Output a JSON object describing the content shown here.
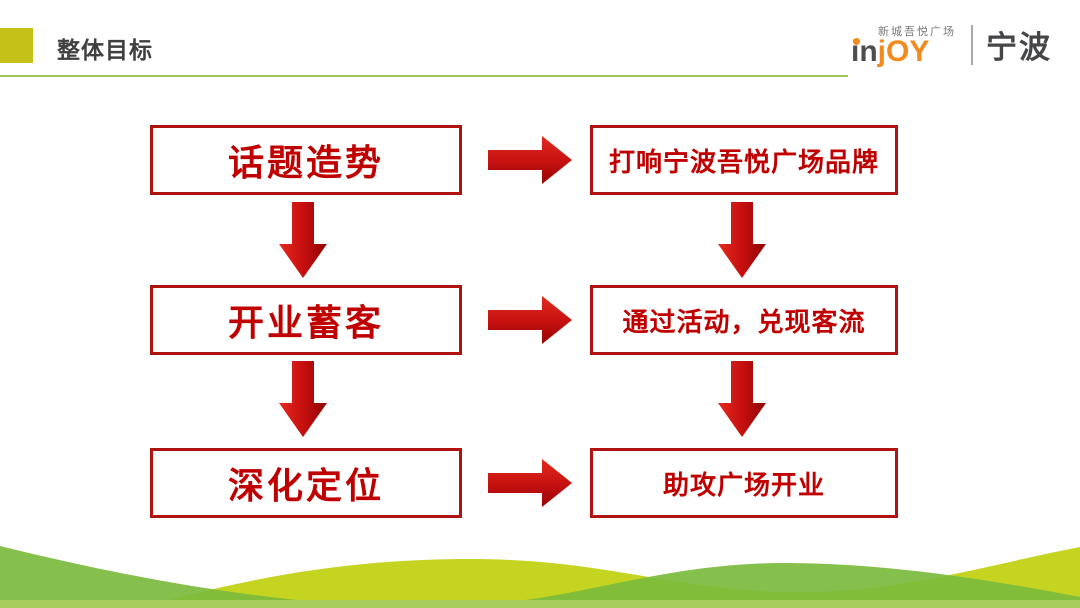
{
  "header": {
    "title": "整体目标"
  },
  "logo": {
    "tagline": "新城吾悦广场",
    "brand_prefix": "in",
    "brand_suffix": "jOY",
    "city": "宁波"
  },
  "flow": {
    "rows": [
      {
        "left": "话题造势",
        "right": "打响宁波吾悦广场品牌"
      },
      {
        "left": "开业蓄客",
        "right": "通过活动，兑现客流"
      },
      {
        "left": "深化定位",
        "right": "助攻广场开业"
      }
    ]
  },
  "colors": {
    "accent_red": "#C00000",
    "border_red": "#B0120F",
    "brand_orange": "#F28A1D",
    "title_gray": "#3F3F3F",
    "header_line_green": "#9CC65D",
    "title_square_olive": "#C5C118",
    "wave_green": "#7CBB3D",
    "wave_yellow": "#C5D420"
  }
}
